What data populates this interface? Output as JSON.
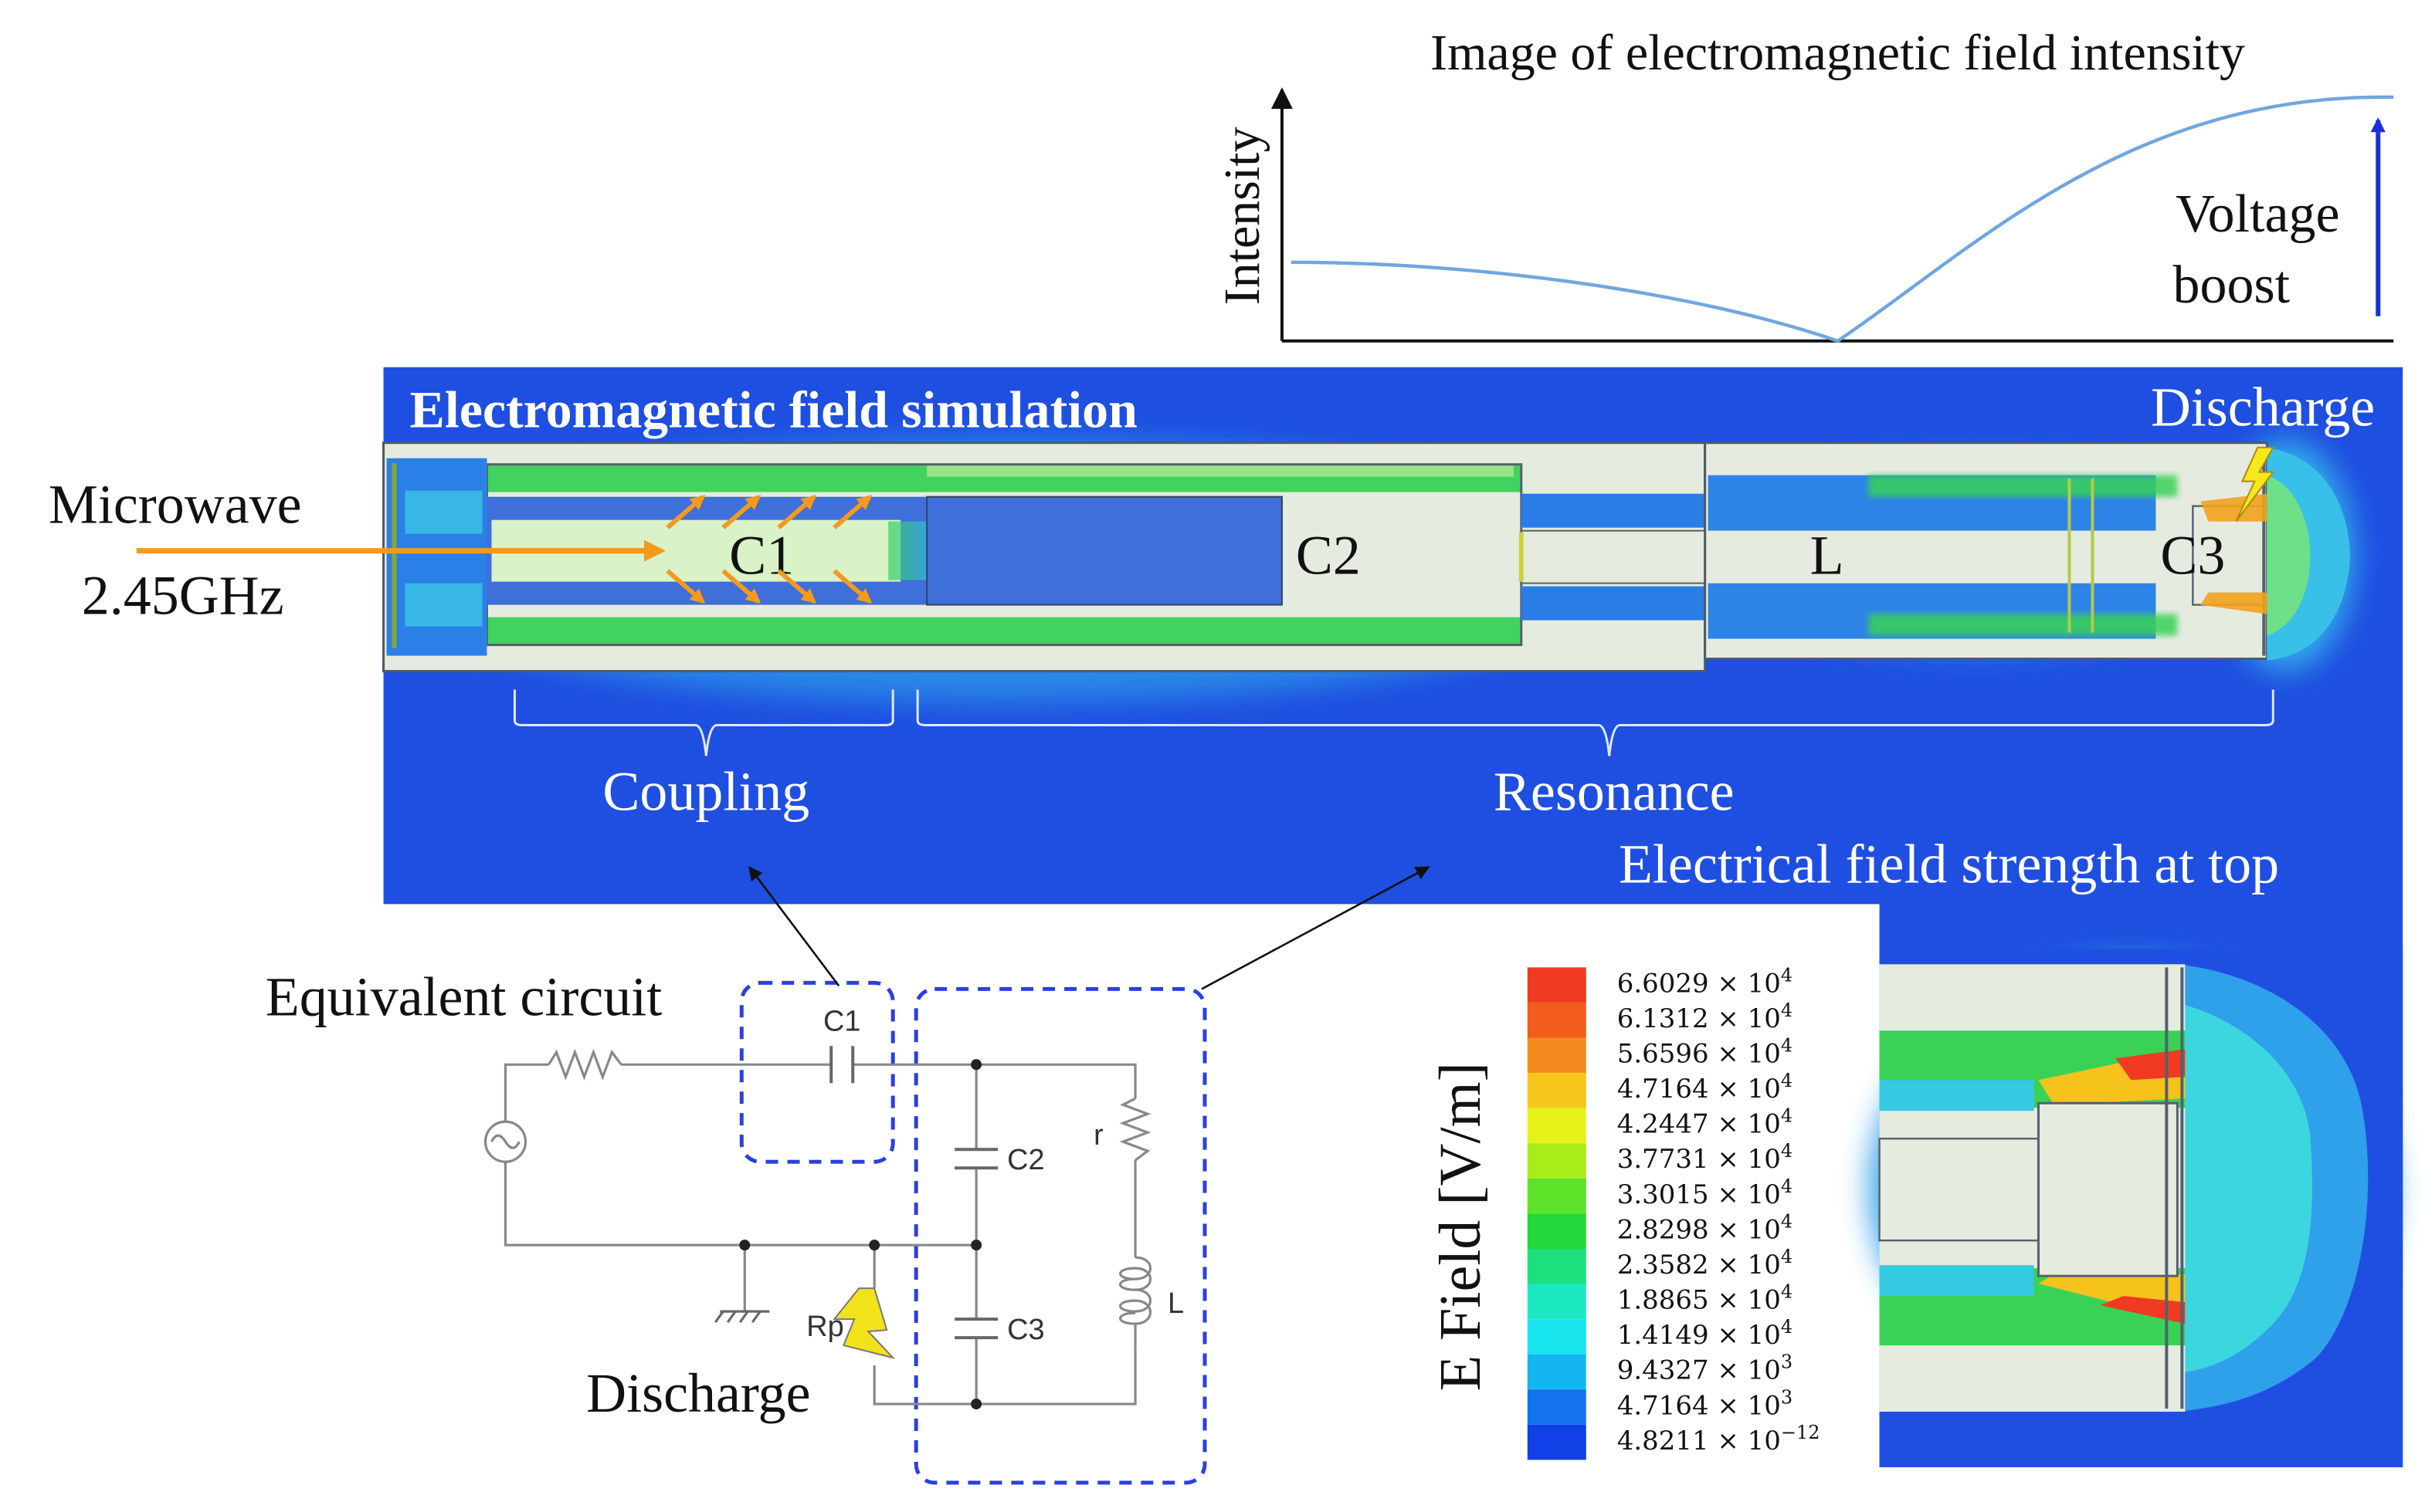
{
  "intensity_plot": {
    "title": "Image of electromagnetic field intensity",
    "ylabel": "Intensity",
    "annotation_line1": "Voltage",
    "annotation_line2": "boost"
  },
  "simulation": {
    "title": "Electromagnetic field simulation",
    "discharge_label": "Discharge",
    "input_line1": "Microwave",
    "input_line2": "2.45GHz",
    "component_labels": [
      "C1",
      "C2",
      "L",
      "C3"
    ],
    "coupling_label": "Coupling",
    "resonance_label": "Resonance",
    "top_strength_label": "Electrical field strength at top"
  },
  "circuit": {
    "title": "Equivalent circuit",
    "labels": {
      "c1": "C1",
      "c2": "C2",
      "c3": "C3",
      "r": "r",
      "l": "L",
      "rp": "Rp"
    },
    "discharge_label": "Discharge"
  },
  "legend": {
    "axis_label": "E Field [V/m]",
    "entries": [
      {
        "mantissa": "6.6029",
        "exponent": "4",
        "color": "#f03a22"
      },
      {
        "mantissa": "6.1312",
        "exponent": "4",
        "color": "#f25d1c"
      },
      {
        "mantissa": "5.6596",
        "exponent": "4",
        "color": "#f58a1f"
      },
      {
        "mantissa": "4.7164",
        "exponent": "4",
        "color": "#f7c61c"
      },
      {
        "mantissa": "4.2447",
        "exponent": "4",
        "color": "#e6f21a"
      },
      {
        "mantissa": "3.7731",
        "exponent": "4",
        "color": "#a8ec1a"
      },
      {
        "mantissa": "3.3015",
        "exponent": "4",
        "color": "#5fe22a"
      },
      {
        "mantissa": "2.8298",
        "exponent": "4",
        "color": "#22d83a"
      },
      {
        "mantissa": "2.3582",
        "exponent": "4",
        "color": "#1ce07d"
      },
      {
        "mantissa": "1.8865",
        "exponent": "4",
        "color": "#1ce8c2"
      },
      {
        "mantissa": "1.4149",
        "exponent": "4",
        "color": "#18e4ee"
      },
      {
        "mantissa": "9.4327",
        "exponent": "3",
        "color": "#14b6f0"
      },
      {
        "mantissa": "4.7164",
        "exponent": "3",
        "color": "#1272ef"
      },
      {
        "mantissa": "4.8211",
        "exponent": "−12",
        "color": "#1040e6"
      }
    ]
  },
  "colors": {
    "field_background": "#1f4fe0",
    "tube_fill": "#e6ebe0",
    "field_green": "#39d256",
    "field_cyan": "#33b9e8",
    "electrode_blue": "#3f6fd8",
    "arrow_orange": "#f39a1e",
    "circuit_box": "#2b3fe0",
    "plot_curve": "#6fa6e0",
    "boost_arrow": "#1a2fe0"
  },
  "icons": [
    "ac-source-icon",
    "lightning-bolt-icon",
    "ground-icon",
    "resistor-icon",
    "capacitor-icon",
    "inductor-icon"
  ]
}
